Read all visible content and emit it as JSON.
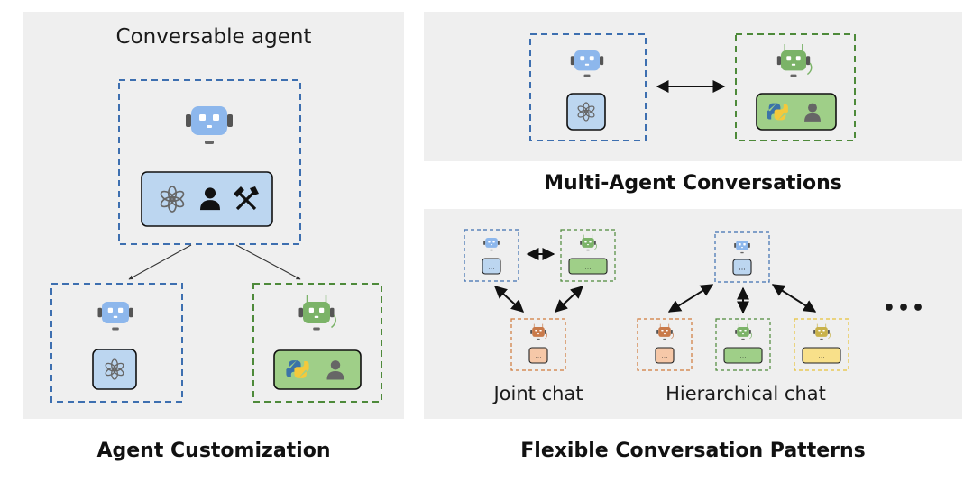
{
  "left_panel": {
    "heading": "Conversable agent",
    "caption": "Agent Customization",
    "base_agent": {
      "capabilities": [
        "openai-icon",
        "human-icon",
        "tools-icon"
      ]
    },
    "derived_agents": [
      {
        "color": "blue",
        "capabilities": [
          "openai-icon"
        ]
      },
      {
        "color": "green",
        "capabilities": [
          "python-icon",
          "human-icon"
        ]
      }
    ]
  },
  "top_right_panel": {
    "caption": "Multi-Agent Conversations"
  },
  "bottom_right_panel": {
    "caption": "Flexible Conversation Patterns",
    "joint_chat_label": "Joint chat",
    "hierarchical_chat_label": "Hierarchical chat",
    "ellipsis": "•••",
    "chip_text": "..."
  },
  "colors": {
    "blue_border": "#3d6fb0",
    "green_border": "#4e8a3a",
    "orange_border": "#d07a3a",
    "yellow_border": "#e6c23a",
    "blue_robot": "#8db7ec",
    "green_robot": "#7bb368",
    "orange_robot": "#c97a4a",
    "yellow_robot": "#c9b24a",
    "blue_chip": "#bcd6f0",
    "green_chip": "#9fcf88",
    "orange_chip": "#f6c8a8",
    "yellow_chip": "#f8e08a"
  }
}
